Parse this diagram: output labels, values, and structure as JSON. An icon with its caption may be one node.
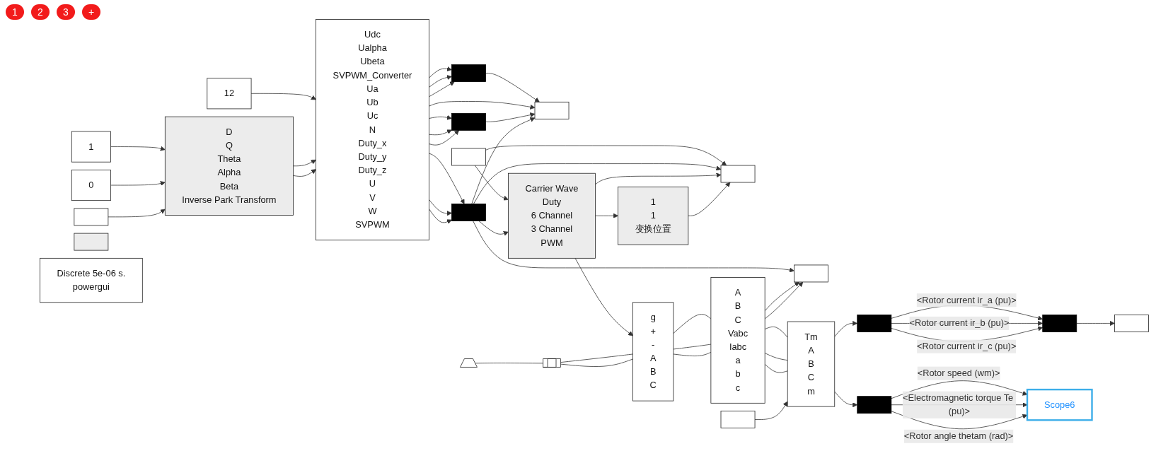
{
  "diagram": {
    "nodes": [
      {
        "text": [
          "12"
        ]
      },
      {
        "text": [
          "1"
        ]
      },
      {
        "text": [
          "0"
        ]
      },
      {
        "text": [],
        "shape": "box"
      },
      {
        "text": [
          "D",
          "Q",
          "Theta",
          "Alpha",
          "Beta",
          "Inverse Park Transform"
        ]
      },
      {
        "text": [
          "Udc",
          "Ualpha",
          "Ubeta",
          "SVPWM_Converter",
          "Ua",
          "Ub",
          "Uc",
          "N",
          "Duty_x",
          "Duty_y",
          "Duty_z",
          "U",
          "V",
          "W",
          "SVPWM"
        ]
      },
      {
        "text": [],
        "shape": "bar"
      },
      {
        "text": [],
        "shape": "bar"
      },
      {
        "text": [],
        "shape": "bar"
      },
      {
        "text": [],
        "shape": "box"
      },
      {
        "text": [],
        "shape": "box"
      },
      {
        "text": [
          "Carrier Wave",
          "Duty",
          "6 Channel",
          "3 Channel",
          "PWM"
        ]
      },
      {
        "text": [
          "1",
          "1",
          "变换位置"
        ]
      },
      {
        "text": [],
        "shape": "box"
      },
      {
        "text": [],
        "shape": "box"
      },
      {
        "text": [],
        "shape": "box"
      },
      {
        "text": [
          "Discrete 5e-06 s.",
          "powergui"
        ]
      },
      {
        "text": [],
        "shape": "battery"
      },
      {
        "text": [],
        "shape": "ground"
      },
      {
        "text": [
          "g",
          "+",
          "-",
          "A",
          "B",
          "C"
        ]
      },
      {
        "text": [
          "A",
          "B",
          "C",
          "Vabc",
          "Iabc",
          "a",
          "b",
          "c"
        ]
      },
      {
        "text": [],
        "shape": "box"
      },
      {
        "text": [
          "Tm",
          "A",
          "B",
          "C",
          "m"
        ]
      },
      {
        "text": [],
        "shape": "bar"
      },
      {
        "text": [],
        "shape": "bar"
      },
      {
        "text": [],
        "shape": "bar"
      },
      {
        "text": [],
        "shape": "box"
      },
      {
        "text": [
          "Scope6"
        ]
      }
    ],
    "edges": [
      {
        "from": 0,
        "to": 5,
        "arrow": "to"
      },
      {
        "from": 1,
        "to": 4,
        "arrow": "to"
      },
      {
        "from": 2,
        "to": 4,
        "arrow": "to"
      },
      {
        "from": 3,
        "to": 4,
        "arrow": "to"
      },
      {
        "from": 4,
        "to": 5,
        "arrow": "to"
      },
      {
        "from": 4,
        "to": 5,
        "arrow": "to"
      },
      {
        "from": 5,
        "to": 6,
        "arrow": "to"
      },
      {
        "from": 5,
        "to": 6,
        "arrow": "to"
      },
      {
        "from": 5,
        "to": 6,
        "arrow": "to"
      },
      {
        "from": 6,
        "to": 9,
        "arrow": "to"
      },
      {
        "from": 5,
        "to": 9,
        "arrow": "to"
      },
      {
        "from": 5,
        "to": 7,
        "arrow": "to"
      },
      {
        "from": 5,
        "to": 7,
        "arrow": "to"
      },
      {
        "from": 5,
        "to": 7,
        "arrow": "to"
      },
      {
        "from": 7,
        "to": 9,
        "arrow": "to"
      },
      {
        "from": 5,
        "to": 8,
        "arrow": "to"
      },
      {
        "from": 5,
        "to": 8,
        "arrow": "to"
      },
      {
        "from": 5,
        "to": 8,
        "arrow": "to"
      },
      {
        "from": 8,
        "to": 9,
        "arrow": "to"
      },
      {
        "from": 10,
        "to": 11,
        "arrow": "to"
      },
      {
        "from": 10,
        "to": 13,
        "arrow": "to"
      },
      {
        "from": 8,
        "to": 11,
        "arrow": "to"
      },
      {
        "from": 8,
        "to": 13,
        "arrow": "to"
      },
      {
        "from": 8,
        "to": 14,
        "arrow": "to"
      },
      {
        "from": 11,
        "to": 19,
        "arrow": "to"
      },
      {
        "from": 11,
        "to": 12,
        "arrow": "to"
      },
      {
        "from": 11,
        "to": 13,
        "arrow": "to"
      },
      {
        "from": 12,
        "to": 13,
        "arrow": "to"
      },
      {
        "from": 20,
        "to": 14,
        "arrow": "to"
      },
      {
        "from": 20,
        "to": 14,
        "arrow": "to"
      },
      {
        "from": 17,
        "to": 19,
        "arrow": "none"
      },
      {
        "from": 17,
        "to": 19,
        "arrow": "none"
      },
      {
        "from": 18,
        "to": 17,
        "arrow": "none"
      },
      {
        "from": 19,
        "to": 20,
        "arrow": "none"
      },
      {
        "from": 19,
        "to": 20,
        "arrow": "none"
      },
      {
        "from": 19,
        "to": 20,
        "arrow": "none"
      },
      {
        "from": 20,
        "to": 22,
        "arrow": "none"
      },
      {
        "from": 20,
        "to": 22,
        "arrow": "none"
      },
      {
        "from": 20,
        "to": 22,
        "arrow": "none"
      },
      {
        "from": 21,
        "to": 22,
        "arrow": "to"
      },
      {
        "from": 22,
        "to": 23,
        "arrow": "to"
      },
      {
        "from": 22,
        "to": 24,
        "arrow": "to"
      },
      {
        "from": 23,
        "to": 25,
        "arrow": "to",
        "label": "<Rotor current ir_a (pu)>"
      },
      {
        "from": 23,
        "to": 25,
        "arrow": "to",
        "label": "<Rotor current ir_b (pu)>"
      },
      {
        "from": 23,
        "to": 25,
        "arrow": "to",
        "label": "<Rotor current ir_c (pu)>"
      },
      {
        "from": 25,
        "to": 26,
        "arrow": "to"
      },
      {
        "from": 24,
        "to": 27,
        "arrow": "to",
        "label": "<Rotor speed (wm)>"
      },
      {
        "from": 24,
        "to": 27,
        "arrow": "to",
        "label": "<Electromagnetic torque Te (pu)>"
      },
      {
        "from": 24,
        "to": 27,
        "arrow": "to",
        "label": "<Rotor angle thetam (rad)>"
      }
    ],
    "labels": [
      "1",
      "2",
      "3",
      "+"
    ]
  }
}
